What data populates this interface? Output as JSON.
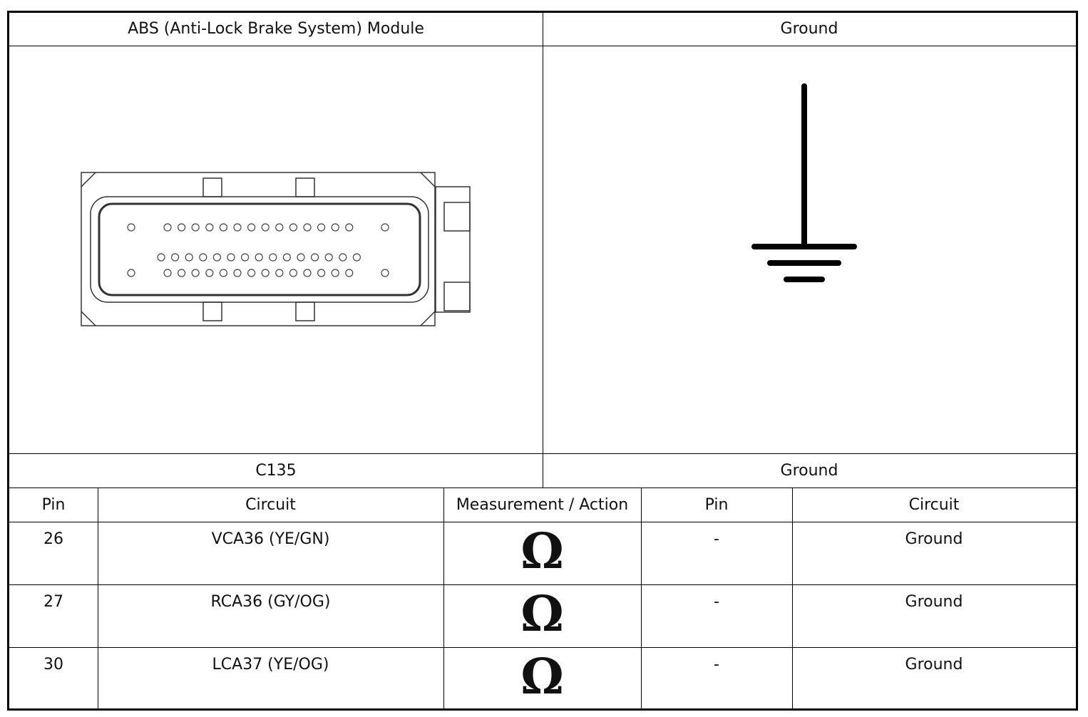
{
  "header": {
    "left_title": "ABS (Anti-Lock Brake System) Module",
    "right_title": "Ground"
  },
  "connector": {
    "left_id": "C135",
    "right_id": "Ground",
    "icon": "connector-face-icon"
  },
  "ground_symbol": {
    "icon": "ground-icon"
  },
  "table": {
    "headers": [
      "Pin",
      "Circuit",
      "Measurement / Action",
      "Pin",
      "Circuit"
    ],
    "rows": [
      {
        "pin": "26",
        "circuit": "VCA36 (YE/GN)",
        "measurement": "Ω",
        "pin2": "-",
        "circuit2": "Ground"
      },
      {
        "pin": "27",
        "circuit": "RCA36 (GY/OG)",
        "measurement": "Ω",
        "pin2": "-",
        "circuit2": "Ground"
      },
      {
        "pin": "30",
        "circuit": "LCA37 (YE/OG)",
        "measurement": "Ω",
        "pin2": "-",
        "circuit2": "Ground"
      }
    ]
  }
}
